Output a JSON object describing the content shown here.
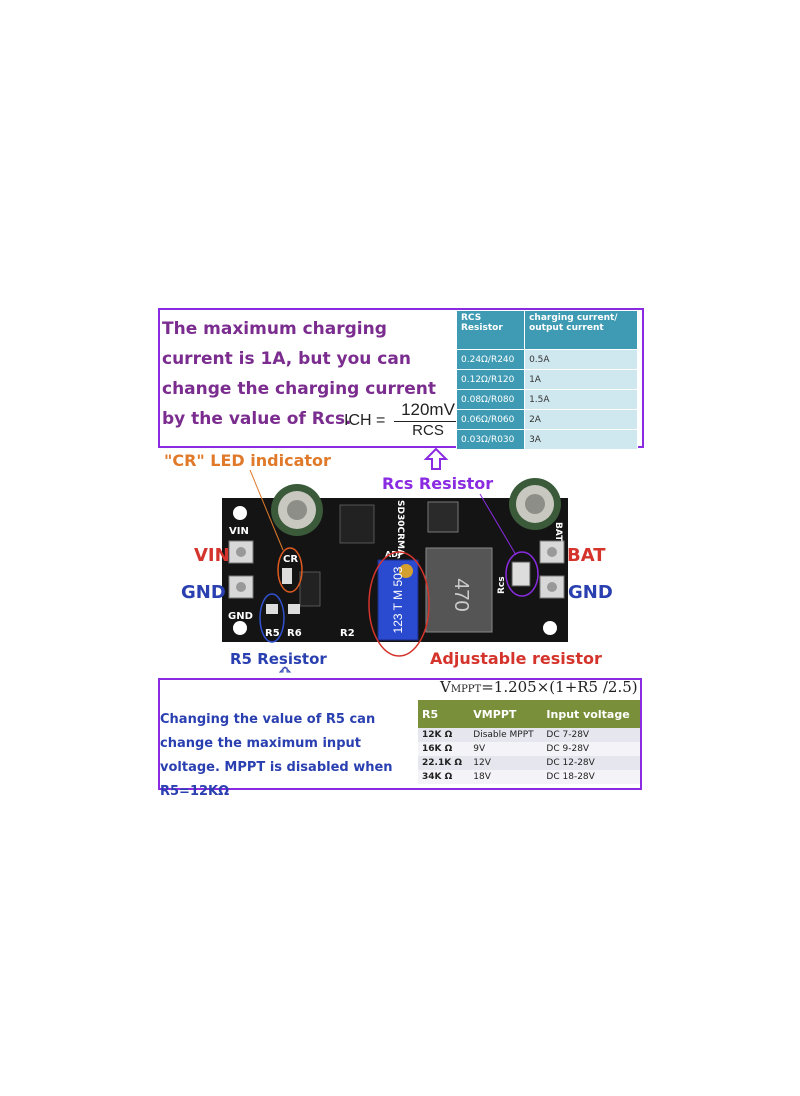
{
  "top_box": {
    "text": "The maximum charging current is 1A, but you can change the charging current by the value of Rcs.",
    "formula": {
      "lhs": "ICH =",
      "numerator": "120mV",
      "denominator": "RCS"
    },
    "table": {
      "headers": [
        "RCS Resistor",
        "charging current/ output current"
      ],
      "rows": [
        [
          "0.24Ω/R240",
          "0.5A"
        ],
        [
          "0.12Ω/R120",
          "1A"
        ],
        [
          "0.08Ω/R080",
          "1.5A"
        ],
        [
          "0.06Ω/R060",
          "2A"
        ],
        [
          "0.03Ω/R030",
          "3A"
        ]
      ]
    }
  },
  "labels": {
    "cr": "\"CR\" LED indicator",
    "rcs": "Rcs Resistor",
    "r5": "R5 Resistor",
    "adjustable": "Adjustable resistor",
    "vin": "VIN",
    "gnd_left": "GND",
    "bat": "BAT",
    "gnd_right": "GND"
  },
  "board": {
    "silk_vin": "VIN",
    "silk_gnd": "GND",
    "silk_cr": "CR",
    "silk_r5": "R5",
    "silk_r6": "R6",
    "silk_r2": "R2",
    "silk_adj": "ADJ",
    "silk_rcs": "Rcs",
    "silk_chip": "SD30CRMA",
    "silk_bat": "BAT",
    "pot_text": "123 T M 503",
    "inductor_text": "470"
  },
  "bottom_box": {
    "formula": {
      "prefix": "V",
      "sub": "MPPT",
      "rest": "=1.205×(1+R5 /2.5)"
    },
    "text": "Changing the value of R5 can change the maximum input voltage. MPPT is disabled when R5=12KΩ",
    "table": {
      "headers": [
        "R5",
        "VMPPT",
        "Input voltage"
      ],
      "rows": [
        [
          "12K Ω",
          "Disable MPPT",
          "DC 7-28V"
        ],
        [
          "16K Ω",
          "9V",
          "DC 9-28V"
        ],
        [
          "22.1K Ω",
          "12V",
          "DC 12-28V"
        ],
        [
          "34K Ω",
          "18V",
          "DC 18-28V"
        ]
      ]
    }
  },
  "colors": {
    "purple": "#8a2be2",
    "teal_header": "#3e9bb3",
    "olive_header": "#7a8f3a",
    "red": "#d4342c",
    "blue": "#2a3fb0",
    "orange": "#e07a2a",
    "pcb": "#111111"
  }
}
